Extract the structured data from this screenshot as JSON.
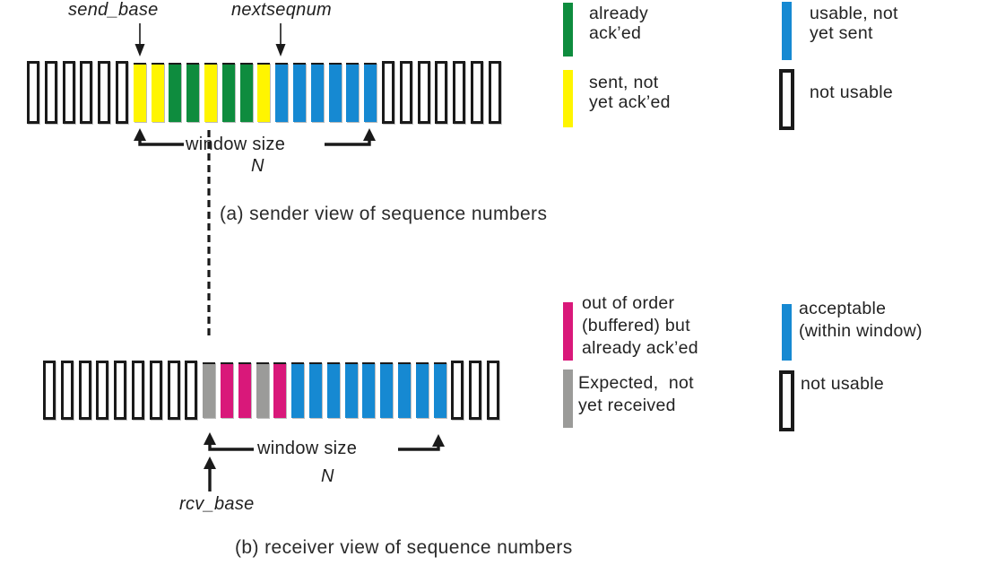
{
  "palette": {
    "already_acked": "#0E8C3E",
    "sent_not_acked": "#FFF500",
    "usable": "#1689D2",
    "acceptable": "#1689D2",
    "buffered": "#D9187A",
    "expected": "#9B9B99",
    "not_usable": "#FFFFFF",
    "outline": "#1a1a1a"
  },
  "sender": {
    "send_base_label": "send_base",
    "nextseqnum_label": "nextseqnum",
    "window_label": "window size",
    "window_n": "N",
    "caption": "(a) sender view of sequence numbers",
    "bars": [
      "not_usable",
      "not_usable",
      "not_usable",
      "not_usable",
      "not_usable",
      "not_usable",
      "sent_not_acked",
      "sent_not_acked",
      "already_acked",
      "already_acked",
      "sent_not_acked",
      "already_acked",
      "already_acked",
      "sent_not_acked",
      "usable",
      "usable",
      "usable",
      "usable",
      "usable",
      "usable",
      "not_usable",
      "not_usable",
      "not_usable",
      "not_usable",
      "not_usable",
      "not_usable",
      "not_usable"
    ]
  },
  "receiver": {
    "rcv_base_label": "rcv_base",
    "window_label": "window size",
    "window_n": "N",
    "caption": "(b) receiver view of sequence numbers",
    "bars": [
      "not_usable",
      "not_usable",
      "not_usable",
      "not_usable",
      "not_usable",
      "not_usable",
      "not_usable",
      "not_usable",
      "not_usable",
      "expected",
      "buffered",
      "buffered",
      "expected",
      "buffered",
      "acceptable",
      "acceptable",
      "acceptable",
      "acceptable",
      "acceptable",
      "acceptable",
      "acceptable",
      "acceptable",
      "acceptable",
      "not_usable",
      "not_usable",
      "not_usable"
    ]
  },
  "legend_sender": [
    {
      "key": "already_acked",
      "label": "already\nack’ed"
    },
    {
      "key": "usable",
      "label": "usable, not\nyet sent"
    },
    {
      "key": "sent_not_acked",
      "label": "sent, not\nyet ack’ed"
    },
    {
      "key": "not_usable",
      "label": "not usable"
    }
  ],
  "legend_receiver": [
    {
      "key": "buffered",
      "label": "out of order\n(buffered) but\nalready ack’ed"
    },
    {
      "key": "acceptable",
      "label": "acceptable\n(within window)"
    },
    {
      "key": "expected",
      "label": "Expected,  not\nyet received"
    },
    {
      "key": "not_usable",
      "label": "not usable"
    }
  ]
}
